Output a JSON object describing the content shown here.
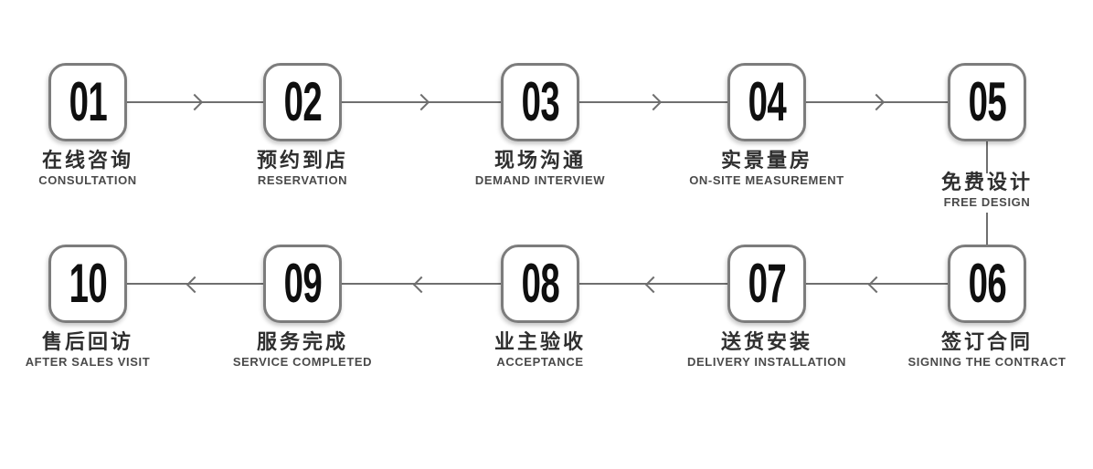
{
  "diagram": {
    "type": "process-flow",
    "direction": "row1 left-to-right, then row2 right-to-left",
    "steps": [
      {
        "num": "01",
        "zh": "在线咨询",
        "en": "CONSULTATION"
      },
      {
        "num": "02",
        "zh": "预约到店",
        "en": "RESERVATION"
      },
      {
        "num": "03",
        "zh": "现场沟通",
        "en": "DEMAND INTERVIEW"
      },
      {
        "num": "04",
        "zh": "实景量房",
        "en": "ON-SITE MEASUREMENT"
      },
      {
        "num": "05",
        "zh": "免费设计",
        "en": "FREE DESIGN"
      },
      {
        "num": "06",
        "zh": "签订合同",
        "en": "SIGNING THE CONTRACT"
      },
      {
        "num": "07",
        "zh": "送货安装",
        "en": "DELIVERY INSTALLATION"
      },
      {
        "num": "08",
        "zh": "业主验收",
        "en": "ACCEPTANCE"
      },
      {
        "num": "09",
        "zh": "服务完成",
        "en": "SERVICE COMPLETED"
      },
      {
        "num": "10",
        "zh": "售后回访",
        "en": "AFTER SALES VISIT"
      }
    ],
    "icons": {
      "forward_arrow": "chevron-right",
      "backward_arrow": "chevron-left"
    },
    "colors": {
      "background": "#ffffff",
      "line": "#6f6f6f",
      "box_border": "#7c7c7c",
      "number": "#0f0f0f",
      "label_zh": "#2f2f2f",
      "label_en": "#4a4a4a"
    }
  }
}
